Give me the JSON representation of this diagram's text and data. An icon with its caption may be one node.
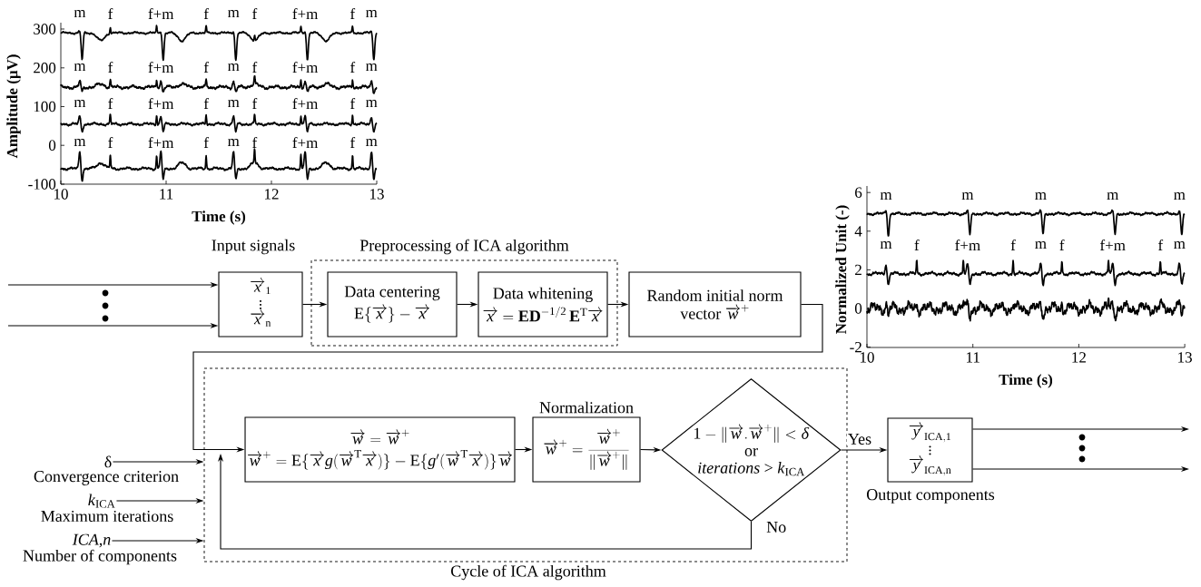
{
  "diagram": {
    "nodes": [
      {
        "text": [
          "Input signals",
          "\\begin{array}{c}\\overrightarrow{x}_{\\mathrm{1}}\\\\[-2pt] \\vdots\\\\[-2pt] \\overrightarrow{x}_{\\mathrm{n}}\\end{array}"
        ]
      },
      {
        "text": [
          "Preprocessing of ICA algorithm"
        ]
      },
      {
        "text": [
          "Data centering",
          "\\mathrm{E}\\{\\overrightarrow{x}\\} - \\overrightarrow{x}"
        ],
        "in": 1
      },
      {
        "text": [
          "Data whitening",
          "\\overrightarrow{x} = \\mathbf{ED}^{-1/2}\\,\\mathbf{E}^{\\mathrm{T}}\\overrightarrow{x}"
        ],
        "in": 1
      },
      {
        "text": [
          "Random initial norm vector",
          "\\overrightarrow{w}^{+}"
        ]
      },
      {
        "text": [
          "Cycle of ICA algorithm"
        ]
      },
      {
        "text": [
          "\\overrightarrow{w} = \\overrightarrow{w}^{+}",
          "\\overrightarrow{w}^{+} = \\mathrm{E}\\{\\overrightarrow{x}g(\\overrightarrow{w}^{\\mathrm{T}}\\overrightarrow{x})\\} - \\mathrm{E}\\{g'(\\overrightarrow{w}^{\\mathrm{T}}\\overrightarrow{x})\\}\\overrightarrow{w}"
        ],
        "in": 5
      },
      {
        "text": [
          "Normalization",
          "\\overrightarrow{w}^{+} = \\frac{\\overrightarrow{w}^{+}}{\\|\\overrightarrow{w}^{+}\\|}"
        ],
        "in": 5
      },
      {
        "text": [
          "1 - \\|\\overrightarrow{w}.\\overrightarrow{w}^{+}\\| < \\delta",
          "or",
          "*iterations* > *k*$_{ICA}$"
        ],
        "in": 5
      },
      {
        "text": [
          "\\begin{array}{c}\\overrightarrow{y}_{\\mathrm{ICA,1}}\\\\[-2pt] \\vdots\\\\[-2pt] \\overrightarrow{y}_{\\mathrm{ICA,n}}\\end{array}"
        ],
        "beside": [
          "Output components"
        ]
      },
      {
        "text": [
          "δ",
          "Convergence criterion"
        ]
      },
      {
        "text": [
          "*k*$_{ICA}$",
          "Maximum iterations"
        ]
      },
      {
        "text": [
          "*ICA,n*",
          "Number of components"
        ]
      }
    ],
    "edges": [
      {
        "from": null,
        "to": 0,
        "arrow": "to"
      },
      {
        "from": null,
        "to": 0,
        "arrow": "to"
      },
      {
        "from": 0,
        "to": 2,
        "arrow": "to"
      },
      {
        "from": 2,
        "to": 3,
        "arrow": "to"
      },
      {
        "from": 3,
        "to": 4,
        "arrow": "to"
      },
      {
        "from": 4,
        "to": 6,
        "arrow": "to"
      },
      {
        "from": 6,
        "to": 7,
        "arrow": "to"
      },
      {
        "from": 7,
        "to": 8,
        "arrow": "to"
      },
      {
        "from": 8,
        "to": 9,
        "arrow": "to",
        "label": "Yes"
      },
      {
        "from": 8,
        "to": 6,
        "arrow": "to",
        "label": "No"
      },
      {
        "from": 10,
        "to": 5,
        "arrow": "to"
      },
      {
        "from": 11,
        "to": 5,
        "arrow": "to"
      },
      {
        "from": 12,
        "to": 5,
        "arrow": "to"
      },
      {
        "from": 9,
        "to": null,
        "arrow": "to"
      },
      {
        "from": 9,
        "to": null,
        "arrow": "to"
      }
    ],
    "labels": [
      "Amplitude (μV)",
      "300",
      "200",
      "100",
      "0",
      "-100",
      "10",
      "11",
      "12",
      "13",
      "Time (s)",
      "m",
      "f",
      "f+m",
      "f",
      "m",
      "f",
      "f+m",
      "f",
      "m",
      "m",
      "f",
      "f+m",
      "f",
      "m",
      "f",
      "f+m",
      "f",
      "m",
      "m",
      "f",
      "f+m",
      "f",
      "m",
      "f",
      "f+m",
      "f",
      "m",
      "m",
      "f",
      "f+m",
      "f",
      "m",
      "f",
      "f+m",
      "f",
      "m",
      "Normalized Unit (-)",
      "6",
      "4",
      "2",
      "0",
      "-2",
      "10",
      "11",
      "12",
      "13",
      "Time (s)",
      "m",
      "m",
      "m",
      "m",
      "m",
      "m",
      "f",
      "f+m",
      "f",
      "m",
      "f",
      "f+m",
      "f",
      "m"
    ]
  }
}
